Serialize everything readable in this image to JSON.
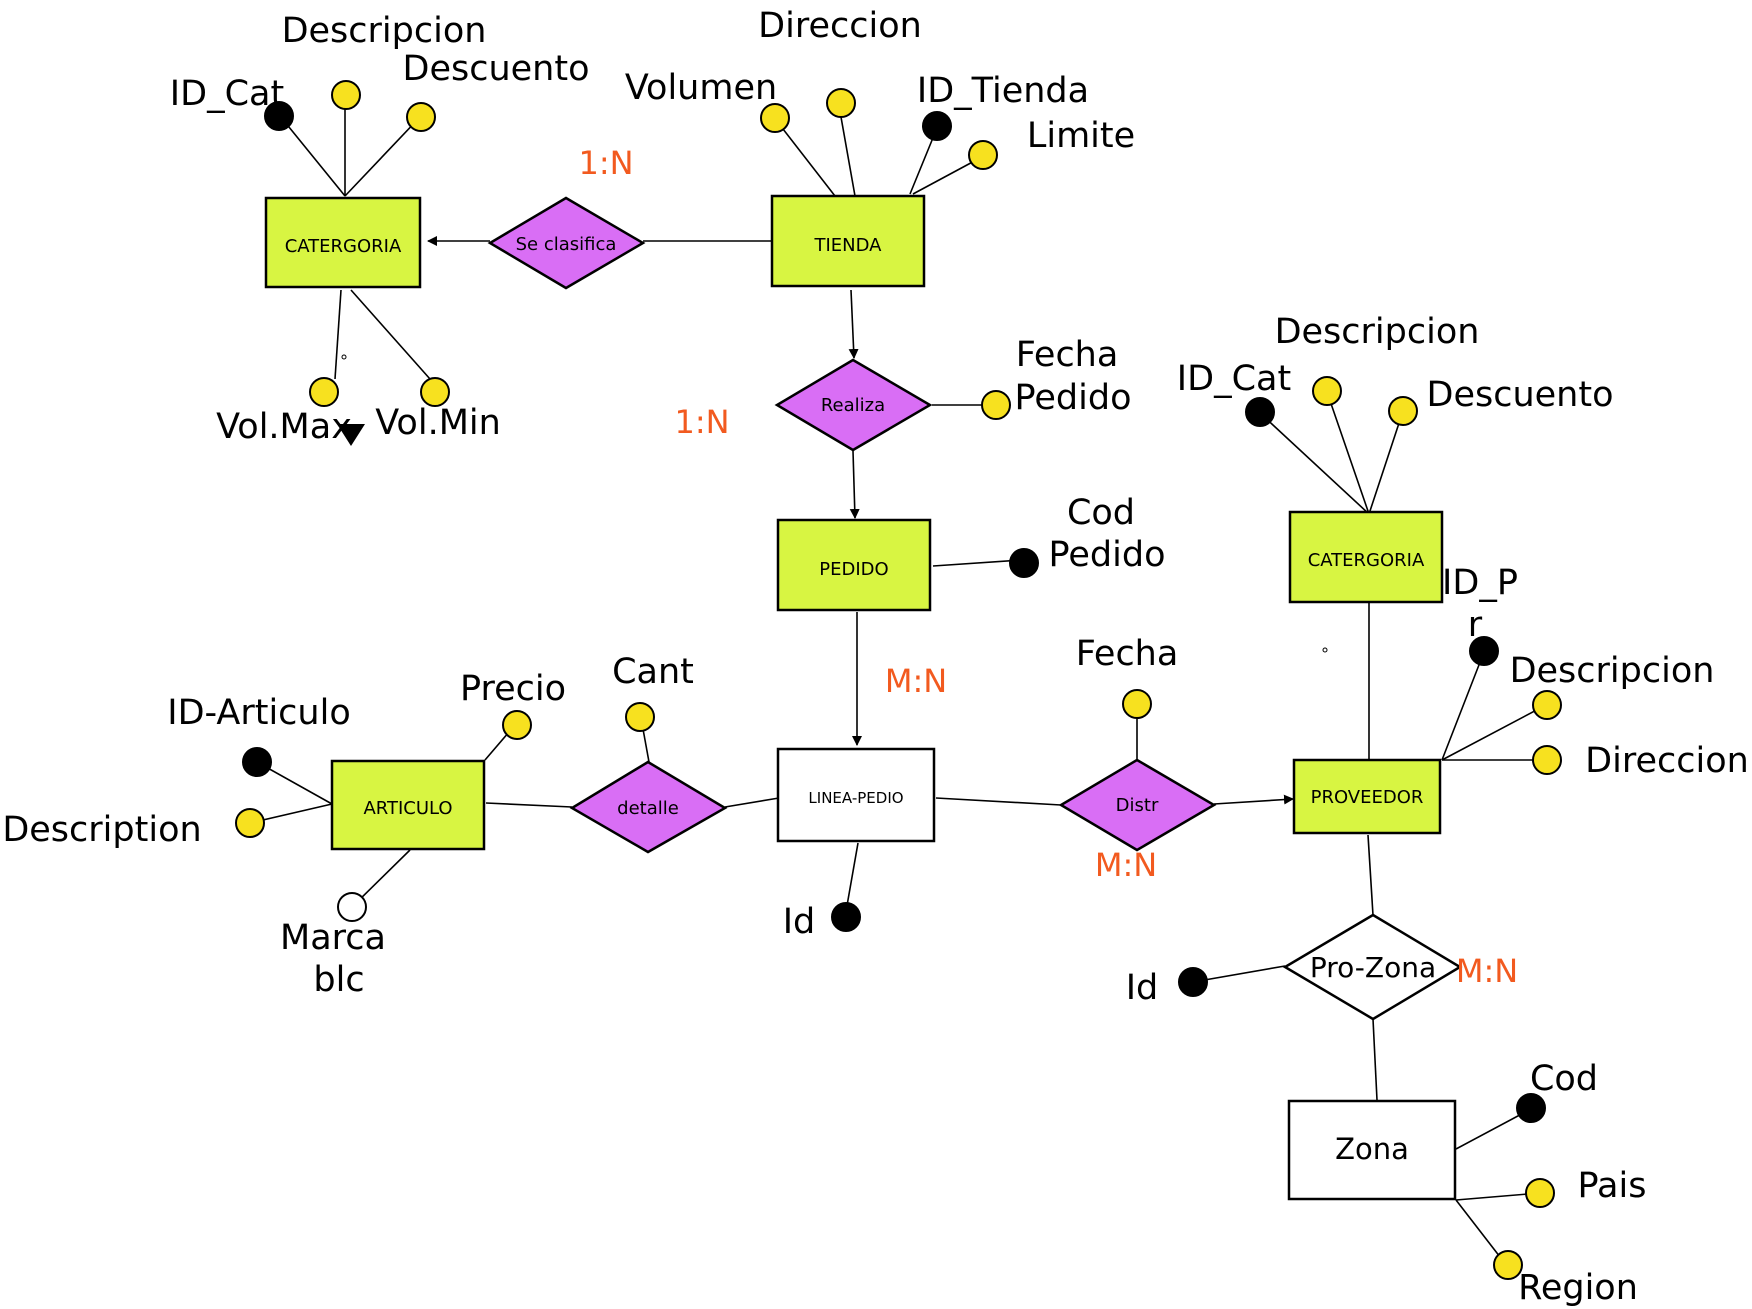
{
  "entities": {
    "categoria_top": "CATERGORIA",
    "tienda": "TIENDA",
    "pedido": "PEDIDO",
    "categoria_right": "CATERGORIA",
    "articulo": "ARTICULO",
    "linea_pedio": "LINEA-PEDIO",
    "proveedor": "PROVEEDOR",
    "zona": "Zona"
  },
  "relationships": {
    "se_clasifica": "Se clasifica",
    "realiza": "Realiza",
    "detalle": "detalle",
    "distr": "Distr",
    "pro_zona": "Pro-Zona"
  },
  "cardinalities": {
    "se_clasifica": "1:N",
    "realiza": "1:N",
    "pedido_linea": "M:N",
    "distr": "M:N",
    "pro_zona": "M:N"
  },
  "attributes": {
    "categoria_top": {
      "descripcion": "Descripcion",
      "descuento": "Descuento",
      "id_cat": "ID_Cat",
      "vol_max": "Vol.Max",
      "vol_min": "Vol.Min"
    },
    "tienda": {
      "direccion": "Direccion",
      "volumen": "Volumen",
      "id_tienda": "ID_Tienda",
      "limite": "Limite"
    },
    "realiza": {
      "fecha_pedido_1": "Fecha",
      "fecha_pedido_2": "Pedido"
    },
    "pedido": {
      "cod_pedido_1": "Cod",
      "cod_pedido_2": "Pedido"
    },
    "categoria_right": {
      "descripcion": "Descripcion",
      "id_cat": "ID_Cat",
      "descuento": "Descuento"
    },
    "proveedor": {
      "id_pr_1": "ID_P",
      "id_pr_2": "r",
      "descripcion": "Descripcion",
      "direccion": "Direccion"
    },
    "distr": {
      "fecha": "Fecha"
    },
    "articulo": {
      "id_articulo": "ID-Articulo",
      "precio": "Precio",
      "description": "Description",
      "marca_1": "Marca",
      "marca_2": "blc"
    },
    "detalle": {
      "cant": "Cant"
    },
    "linea_pedio": {
      "id": "Id"
    },
    "pro_zona": {
      "id": "Id"
    },
    "zona": {
      "cod": "Cod",
      "pais": "Pais",
      "region": "Region"
    }
  },
  "colors": {
    "entity_fill": "#d8f542",
    "relationship_fill": "#d96ef5",
    "attribute_fill": "#f7e11f",
    "key_attribute_fill": "#000000",
    "cardinality_text": "#f25a1f"
  }
}
